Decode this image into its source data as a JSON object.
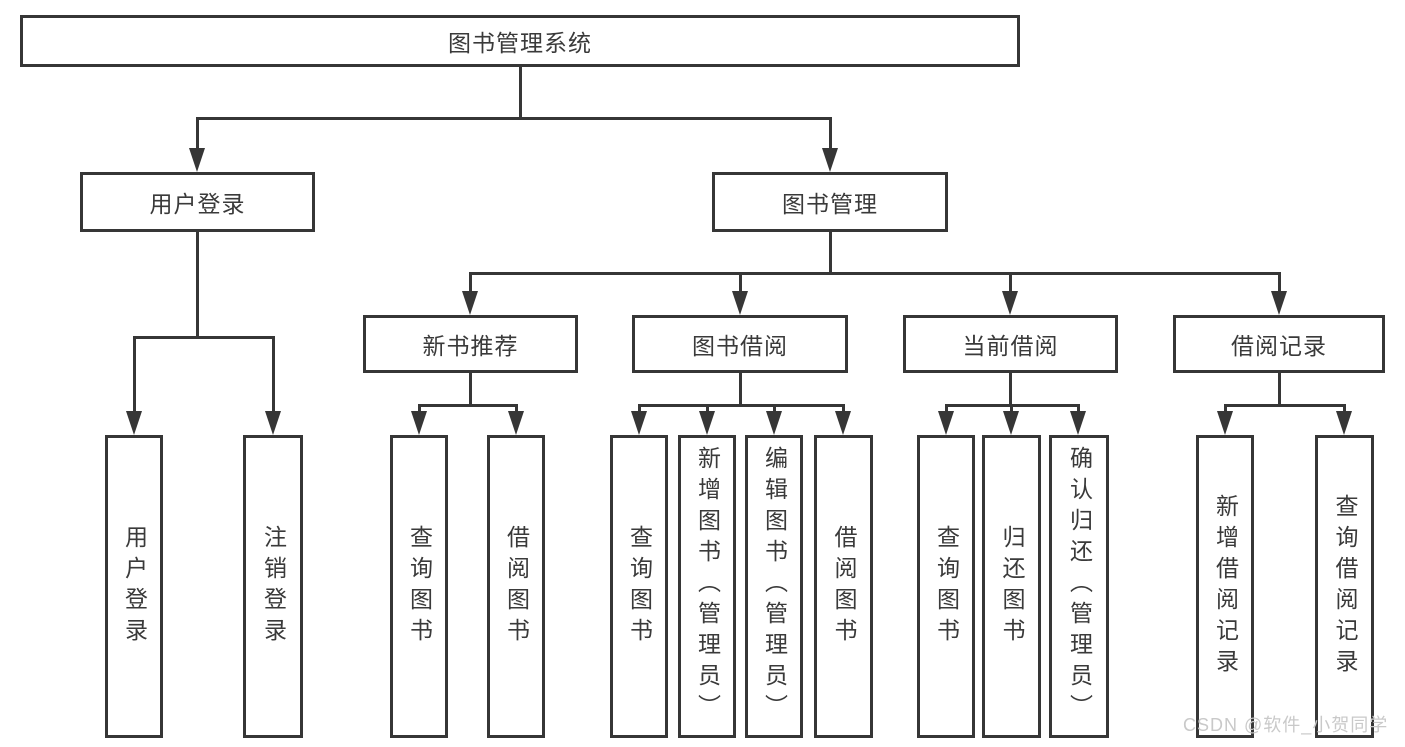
{
  "diagram": {
    "root": "图书管理系统",
    "branches": [
      {
        "label": "用户登录",
        "leaves": [
          "用户登录",
          "注销登录"
        ]
      },
      {
        "label": "图书管理",
        "children": [
          {
            "label": "新书推荐",
            "leaves": [
              "查询图书",
              "借阅图书"
            ]
          },
          {
            "label": "图书借阅",
            "leaves": [
              "查询图书",
              "新增图书（管理员）",
              "编辑图书（管理员）",
              "借阅图书"
            ]
          },
          {
            "label": "当前借阅",
            "leaves": [
              "查询图书",
              "归还图书",
              "确认归还（管理员）"
            ]
          },
          {
            "label": "借阅记录",
            "leaves": [
              "新增借阅记录",
              "查询借阅记录"
            ]
          }
        ]
      }
    ]
  },
  "watermark": "CSDN @软件_小贺同学",
  "colors": {
    "line": "#363636",
    "text": "#3a3a3a",
    "watermark": "#c9c9c9",
    "background": "#ffffff"
  }
}
